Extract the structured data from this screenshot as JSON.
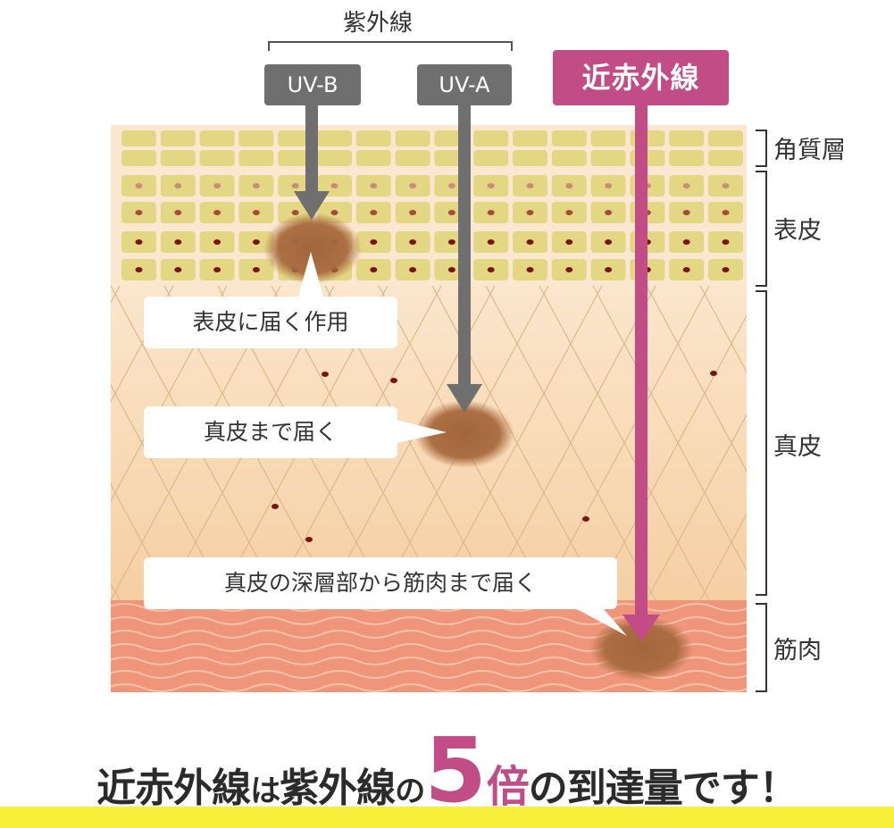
{
  "header": {
    "uv_group_title": "紫外線",
    "uvb_label": "UV-B",
    "uva_label": "UV-A",
    "nir_label": "近赤外線"
  },
  "layers": {
    "stratum_corneum": "角質層",
    "epidermis": "表皮",
    "dermis": "真皮",
    "muscle": "筋肉"
  },
  "callouts": {
    "uvb": "表皮に届く作用",
    "uva": "真皮まで届く",
    "nir": "真皮の深層部から筋肉まで届く"
  },
  "headline": {
    "part1": "近赤外線",
    "part2": "は",
    "part3": "紫外線",
    "part4": "の",
    "multiplier": "5",
    "unit": "倍",
    "part5": "の到達量です！"
  },
  "colors": {
    "uv_arrow": "#6f6f6f",
    "nir_arrow": "#c14c86",
    "epidermis_cell": "#e3d784",
    "dermis": "#f8d6ad",
    "muscle": "#ef967a",
    "spot": "#a86a3e",
    "highlight": "#f8ef3a"
  }
}
